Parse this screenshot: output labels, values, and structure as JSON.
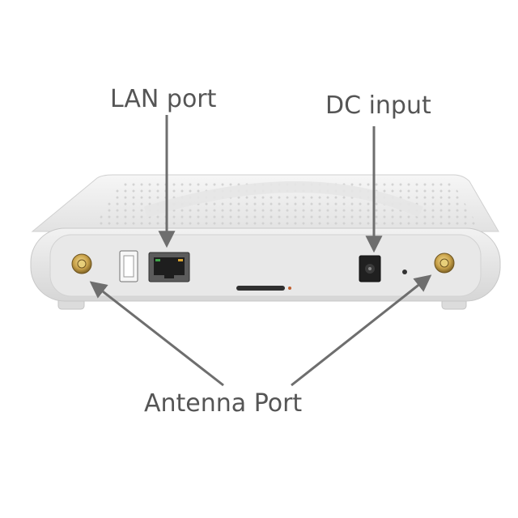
{
  "labels": {
    "lan": "LAN port",
    "dc": "DC input",
    "antenna": "Antenna Port"
  },
  "colors": {
    "arrow": "#6e6e6e",
    "label": "#555555",
    "device_body": "#ececec",
    "antenna_connector": "#c9a24a"
  }
}
